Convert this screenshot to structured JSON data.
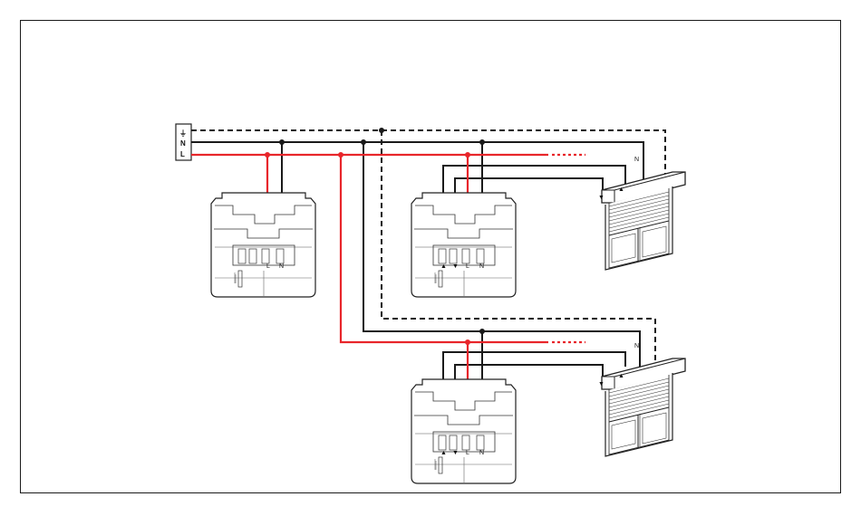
{
  "supply": {
    "earth": "⏚",
    "neutral": "N",
    "live": "L"
  },
  "wiring_colors": {
    "live": "#e8262b",
    "neutral": "#1a1a1a",
    "earth": "#1a1a1a"
  },
  "devices": {
    "main": {
      "term_l": "L",
      "term_n": "N"
    },
    "shutter_a": {
      "term_up": "▲",
      "term_down": "▼",
      "term_l": "L",
      "term_n": "N"
    },
    "shutter_b": {
      "term_up": "▲",
      "term_down": "▼",
      "term_l": "L",
      "term_n": "N"
    }
  },
  "motors": {
    "motor_a": {
      "neutral": "N",
      "up": "▲",
      "down": "▼"
    },
    "motor_b": {
      "neutral": "N",
      "up": "▲",
      "down": "▼"
    }
  }
}
